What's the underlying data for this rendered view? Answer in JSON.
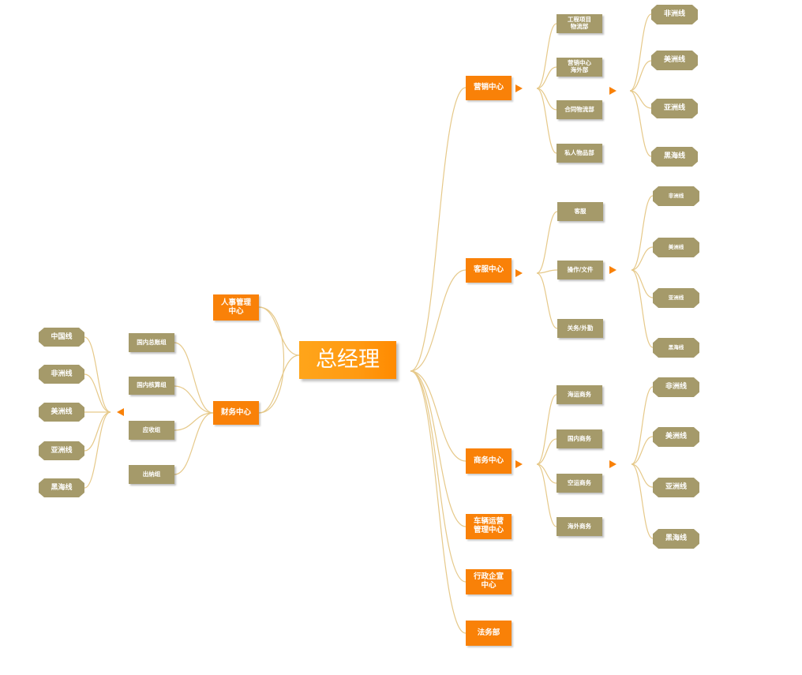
{
  "root": "总经理",
  "left": {
    "centers": [
      "人事管理\n中心",
      "财务中心"
    ],
    "groups": [
      "国内总账组",
      "国内核算组",
      "应收组",
      "出纳组"
    ],
    "lines": [
      "中国线",
      "非洲线",
      "美洲线",
      "亚洲线",
      "黑海线"
    ]
  },
  "right": {
    "marketing": {
      "name": "营销中心",
      "subs": [
        "工程项目\n物流部",
        "营销中心\n海外部",
        "合同物流部",
        "私人物品部"
      ],
      "lines": [
        "非洲线",
        "美洲线",
        "亚洲线",
        "黑海线"
      ]
    },
    "service": {
      "name": "客服中心",
      "subs": [
        "客服",
        "操作/文件",
        "关务/外勤"
      ],
      "lines": [
        "非洲线",
        "美洲线",
        "亚洲线",
        "黑海线"
      ]
    },
    "business": {
      "name": "商务中心",
      "subs": [
        "海运商务",
        "国内商务",
        "空运商务",
        "海外商务"
      ],
      "lines": [
        "非洲线",
        "美洲线",
        "亚洲线",
        "黑海线"
      ]
    },
    "vehicle": "车辆运营\n管理中心",
    "admin": "行政企宣\n中心",
    "legal": "法务部"
  },
  "colors": {
    "root": "#ffa51a",
    "center": "#f98108",
    "sub": "#a59a6a",
    "connector": "#e6c98a",
    "arrow": "#f98108"
  }
}
